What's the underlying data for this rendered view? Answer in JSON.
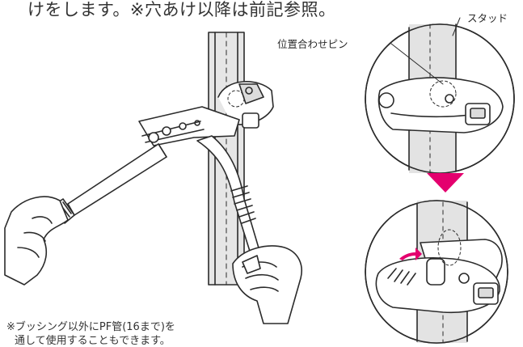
{
  "heading": {
    "top_line": "けをします。※穴あけ以降は前記参照。"
  },
  "callouts": {
    "stud": "スタッド",
    "alignment_pin": "位置合わせピン"
  },
  "footnote": {
    "line1": "※ブッシング以外にPF管(16まで)を",
    "line2": "通して使用することもできます。"
  },
  "colors": {
    "accent_magenta": "#e4006e",
    "line": "#2b2b2b",
    "stud_fill": "#e3e3e3"
  }
}
